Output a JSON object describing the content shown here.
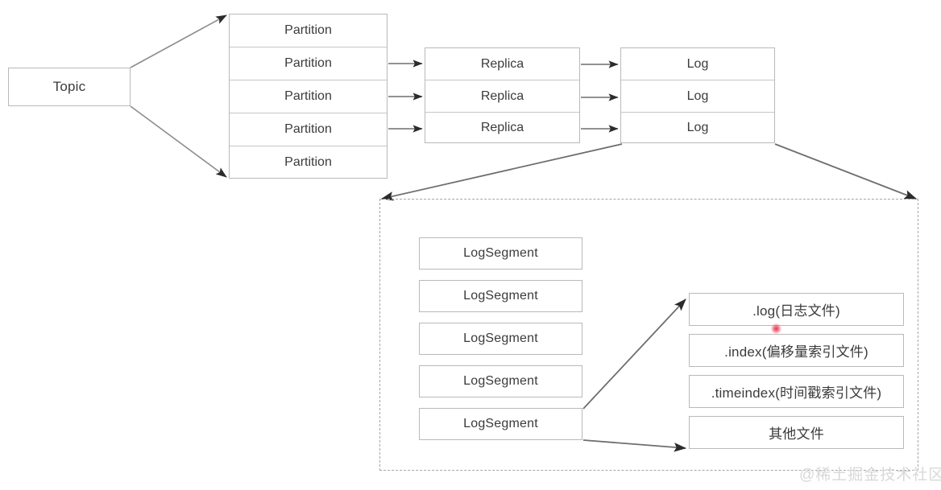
{
  "diagram": {
    "title": "Kafka Topic / Partition / Replica / Log structure",
    "background": "#ffffff",
    "border_color": "#b9b9b9",
    "text_color": "#3b3b3b",
    "arrow_color": "#4a4a4a",
    "dashed_color": "#a6a6a6"
  },
  "topic": {
    "label": "Topic"
  },
  "partitions": {
    "rows": [
      {
        "label": "Partition"
      },
      {
        "label": "Partition"
      },
      {
        "label": "Partition"
      },
      {
        "label": "Partition"
      },
      {
        "label": "Partition"
      }
    ]
  },
  "replicas": {
    "rows": [
      {
        "label": "Replica"
      },
      {
        "label": "Replica"
      },
      {
        "label": "Replica"
      }
    ]
  },
  "logs": {
    "rows": [
      {
        "label": "Log"
      },
      {
        "label": "Log"
      },
      {
        "label": "Log"
      }
    ]
  },
  "log_segments": {
    "items": [
      {
        "label": "LogSegment"
      },
      {
        "label": "LogSegment"
      },
      {
        "label": "LogSegment"
      },
      {
        "label": "LogSegment"
      },
      {
        "label": "LogSegment"
      }
    ]
  },
  "segment_files": {
    "items": [
      {
        "label": ".log(日志文件)"
      },
      {
        "label": ".index(偏移量索引文件)"
      },
      {
        "label": ".timeindex(时间戳索引文件)"
      },
      {
        "label": "其他文件"
      }
    ]
  },
  "watermark": {
    "label": "@稀土掘金技术社区"
  }
}
